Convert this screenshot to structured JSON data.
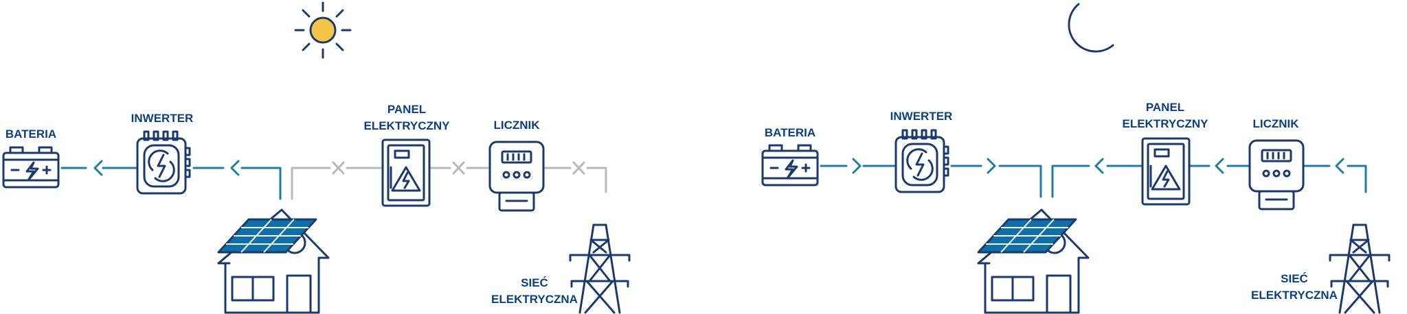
{
  "labels": {
    "battery": "BATERIA",
    "inverter": "INWERTER",
    "panel_line1": "PANEL",
    "panel_line2": "ELEKTRYCZNY",
    "meter": "LICZNIK",
    "grid_line1": "SIEĆ",
    "grid_line2": "ELEKTRYCZNA"
  },
  "colors": {
    "navy": "#1b3a6b",
    "label": "#0b3f80",
    "active_wire": "#1d7ea3",
    "inactive_wire": "#b8b8b8",
    "sun": "#f5c54a",
    "solar_panel": "#0f6fa8"
  },
  "scenes": [
    {
      "name": "day",
      "sky_icon": "sun-icon"
    },
    {
      "name": "night",
      "sky_icon": "moon-icon"
    }
  ]
}
